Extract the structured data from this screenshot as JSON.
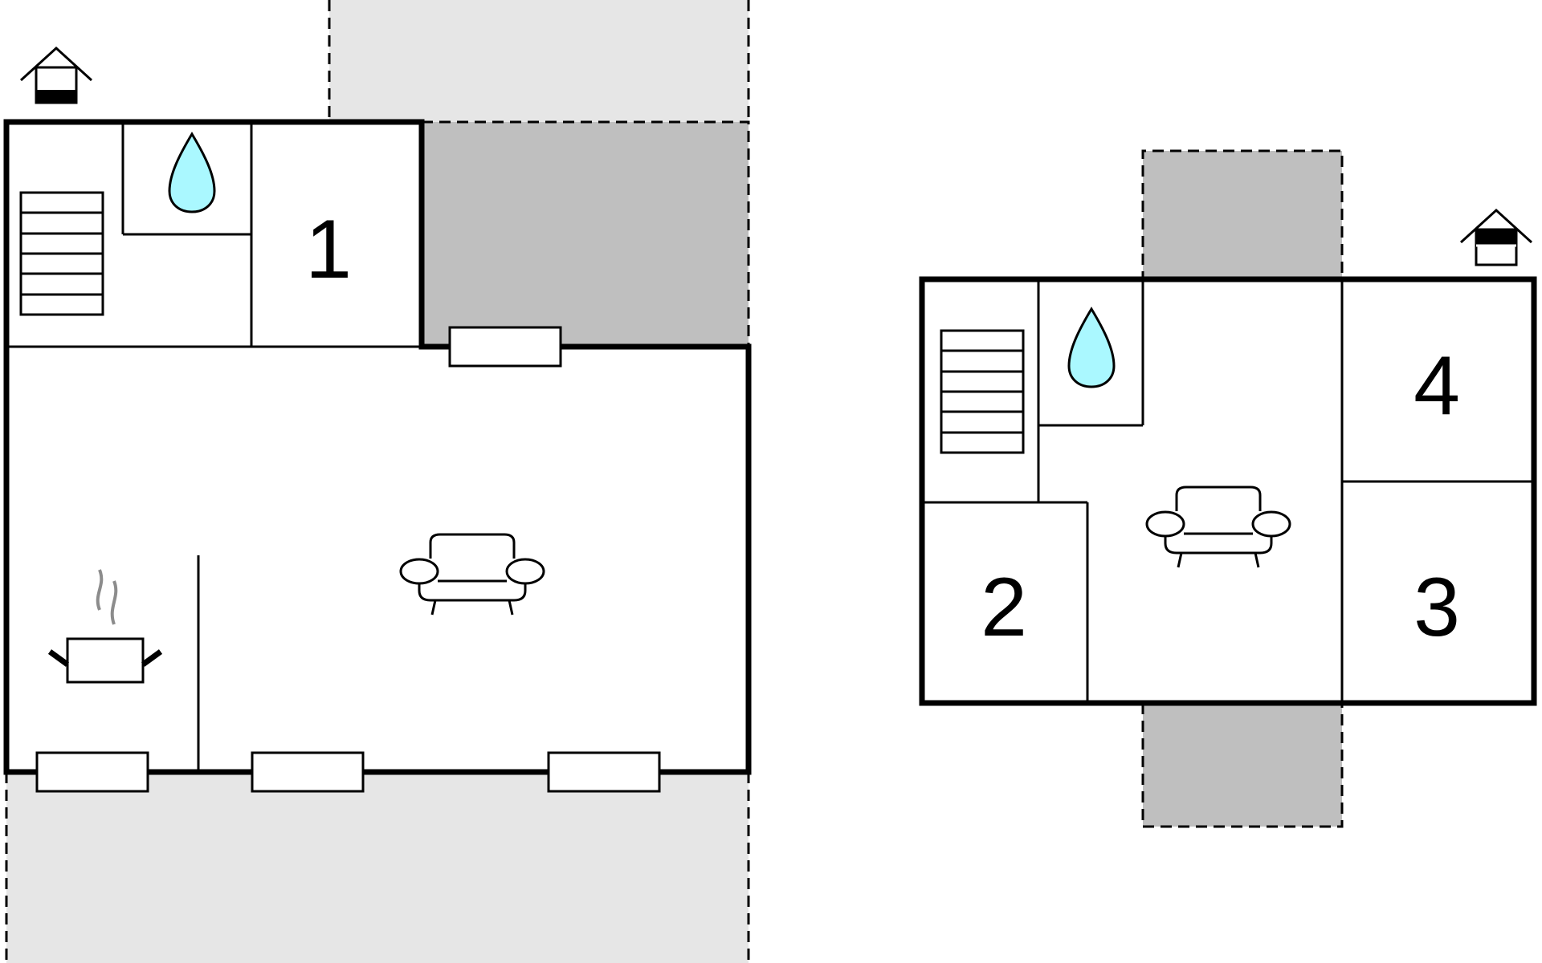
{
  "colors": {
    "wall": "#000000",
    "terrace": "#bfbfbf",
    "outdoor": "#e6e6e6",
    "water": "#aaf8ff",
    "steam": "#8c8c8c",
    "background": "#ffffff"
  },
  "icons": [
    "house-entrance-icon",
    "stairs-icon",
    "bathroom-water-drop-icon",
    "living-room-sofa-icon",
    "kitchen-pot-icon"
  ],
  "floors": [
    {
      "rooms": [
        {
          "label": "1"
        }
      ]
    },
    {
      "rooms": [
        {
          "label": "2"
        },
        {
          "label": "3"
        },
        {
          "label": "4"
        }
      ]
    }
  ]
}
